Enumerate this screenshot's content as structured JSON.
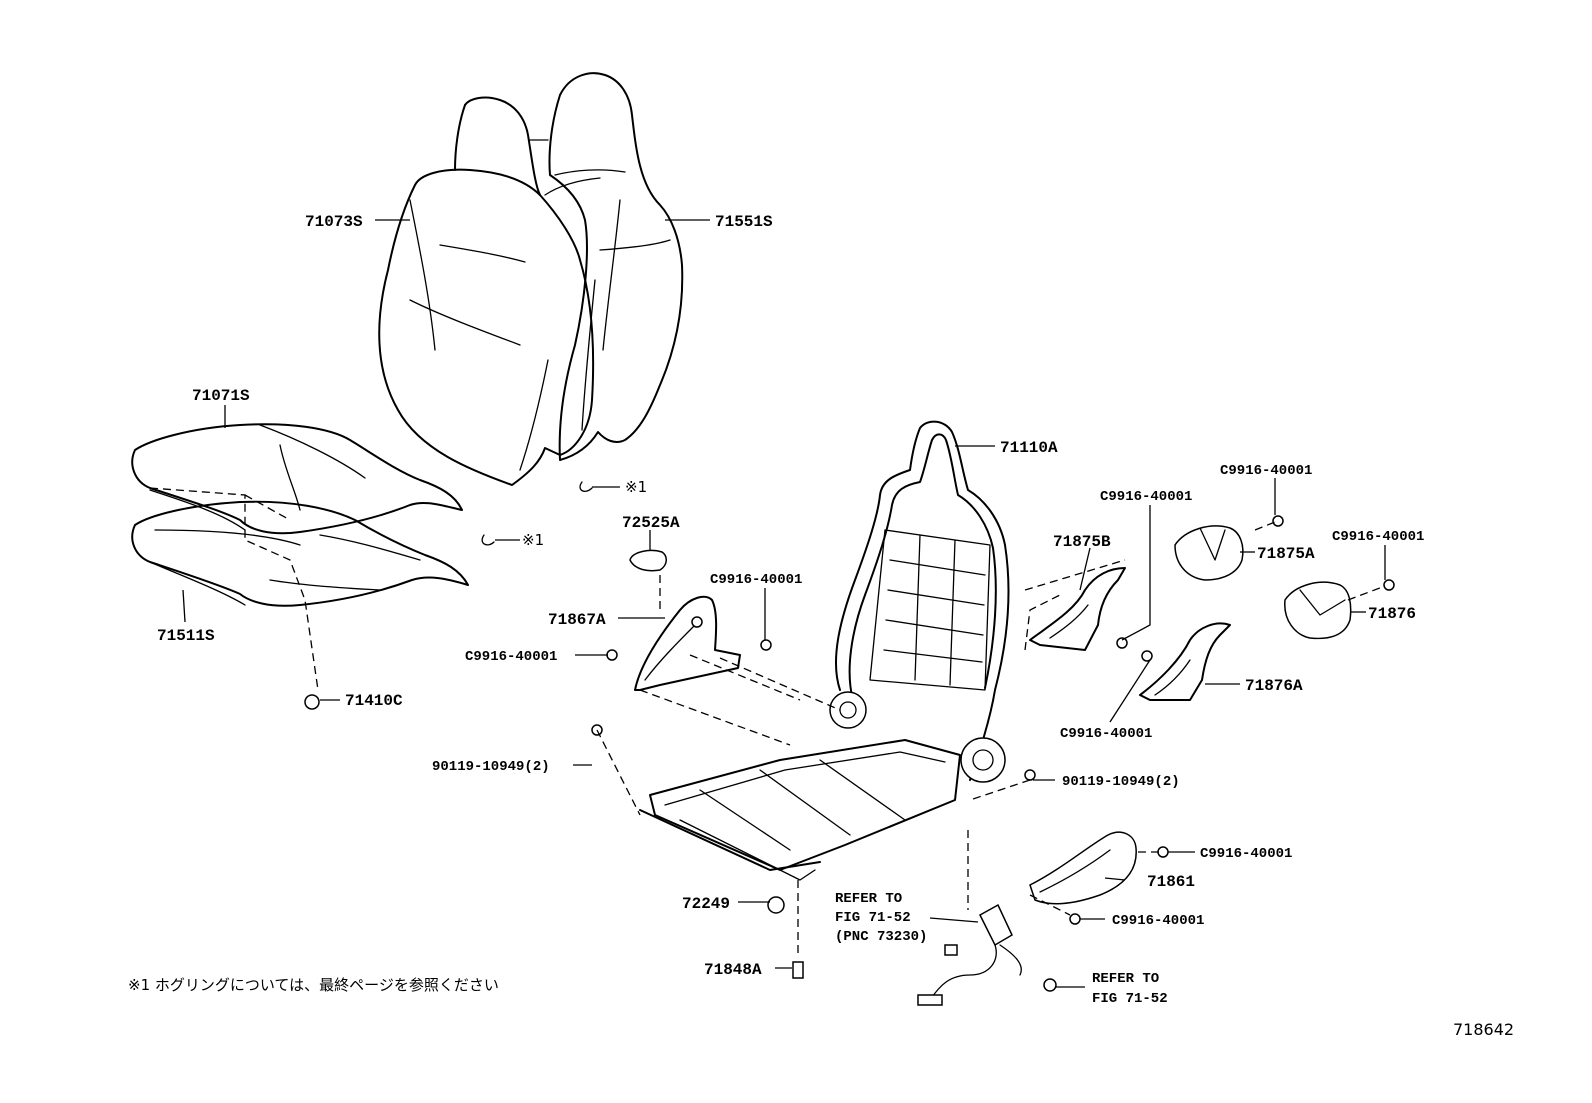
{
  "labels": {
    "p71073S": "71073S",
    "p71551S": "71551S",
    "p71071S": "71071S",
    "p71511S": "71511S",
    "p71410C": "71410C",
    "p71110A": "71110A",
    "p72525A": "72525A",
    "p71867A": "71867A",
    "p71875B": "71875B",
    "p71875A": "71875A",
    "p71876": "71876",
    "p71876A": "71876A",
    "p72249": "72249",
    "p71848A": "71848A",
    "p71861": "71861",
    "clip1": "C9916-40001",
    "clip2": "C9916-40001",
    "clip3": "C9916-40001",
    "clip4": "C9916-40001",
    "clip5": "C9916-40001",
    "clip6": "C9916-40001",
    "clip7": "C9916-40001",
    "clip8": "C9916-40001",
    "bolt_left": "90119-10949(2)",
    "bolt_right": "90119-10949(2)",
    "hogring_mark_1": "※1",
    "hogring_mark_2": "※1",
    "refer1_line1": "REFER TO",
    "refer1_line2": "FIG 71-52",
    "refer1_line3": "(PNC 73230)",
    "refer2_line1": "REFER TO",
    "refer2_line2": "FIG 71-52"
  },
  "footnote": "※1 ホグリングについては、最終ページを参照ください",
  "figure_code": "718642"
}
